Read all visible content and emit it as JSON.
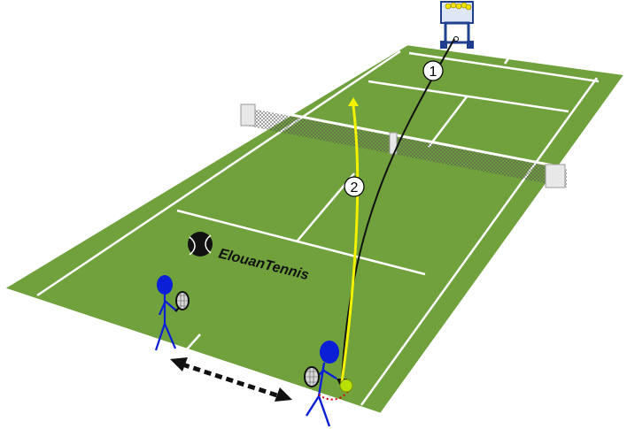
{
  "title": "",
  "watermark": {
    "text": "ElouanTennis",
    "icon": "tennis-ball-icon"
  },
  "labels": {
    "step1": "1",
    "step2": "2"
  },
  "colors": {
    "court": "#70a13c",
    "court_lines": "#ffffff",
    "shot_path_1": "#111111",
    "shot_path_2": "#f2f200",
    "player": "#0a1fd6",
    "footwork_arrow": "#111111",
    "bounce_arc": "#d40000",
    "ball": "#b8e000",
    "ball_machine": "#1f3f8f"
  },
  "elements": [
    {
      "name": "ball-machine",
      "icon": "ball-machine-icon"
    },
    {
      "name": "net",
      "icon": "net-icon"
    },
    {
      "name": "player-left",
      "icon": "player-icon"
    },
    {
      "name": "player-right",
      "icon": "player-icon"
    },
    {
      "name": "footwork-arrow",
      "icon": "double-arrow-icon"
    }
  ]
}
